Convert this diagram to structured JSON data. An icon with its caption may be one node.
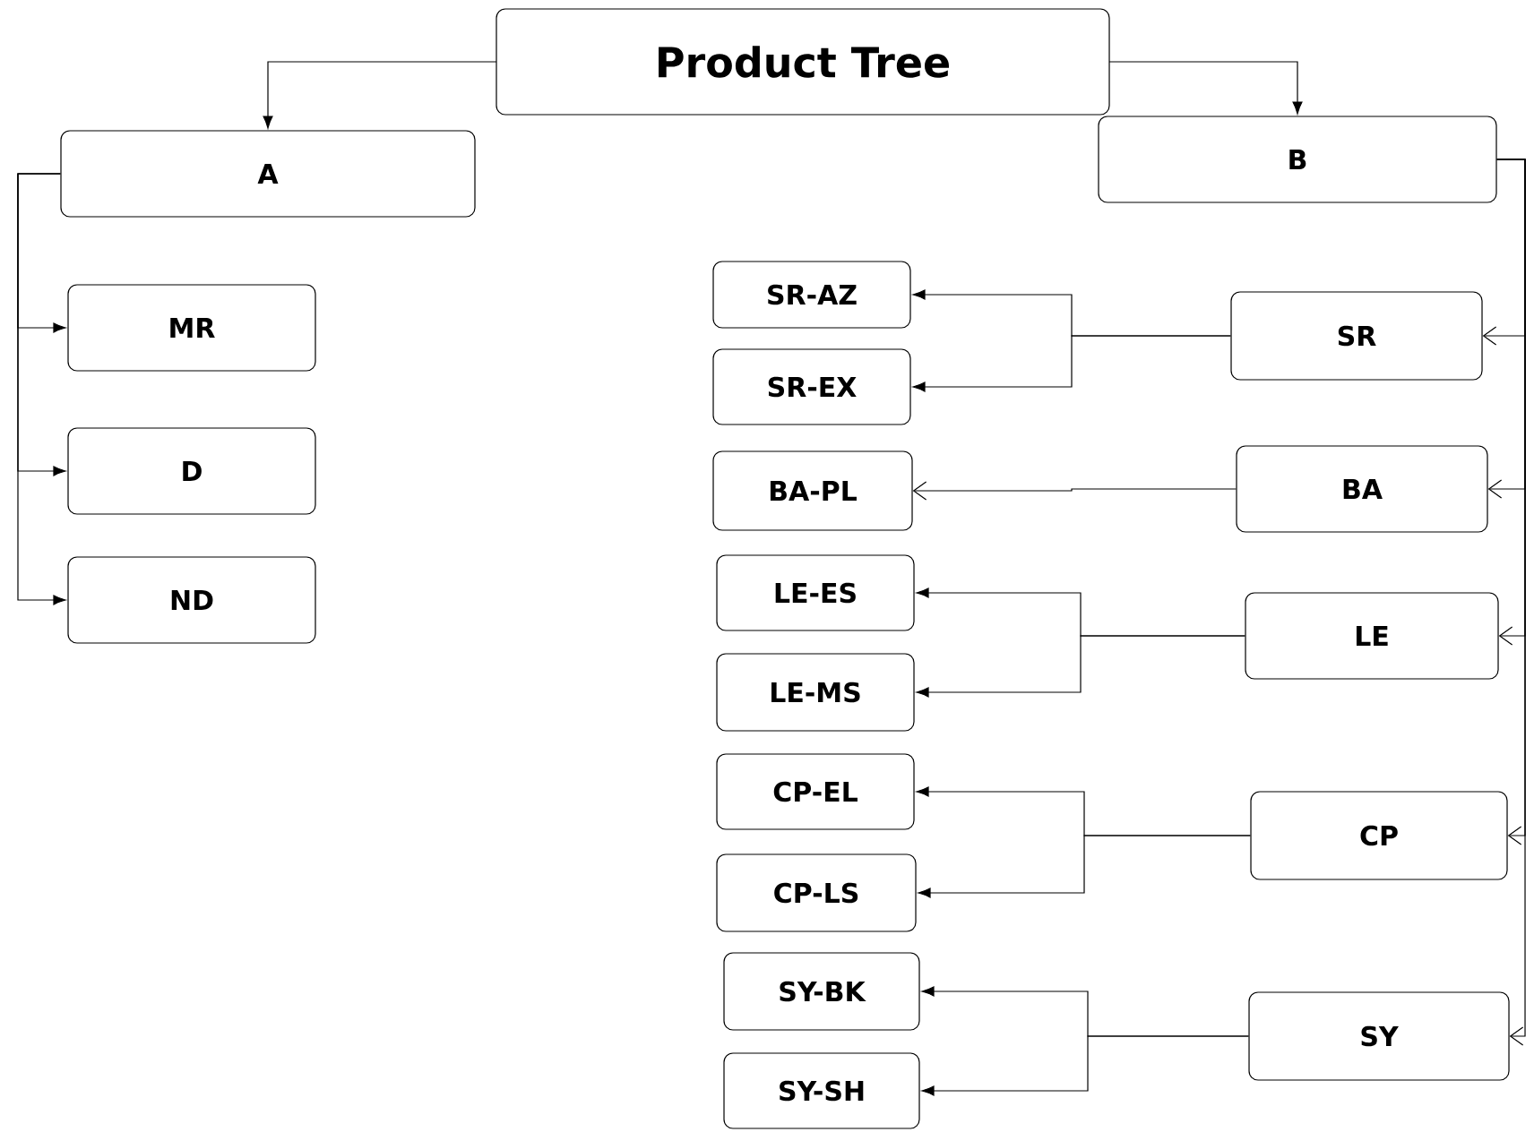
{
  "diagram": {
    "nodes": [
      {
        "text": [
          "Product Tree"
        ]
      },
      {
        "text": [
          "A"
        ]
      },
      {
        "text": [
          "B"
        ]
      },
      {
        "text": [
          "MR"
        ]
      },
      {
        "text": [
          "D"
        ]
      },
      {
        "text": [
          "ND"
        ]
      },
      {
        "text": [
          "SR-AZ"
        ]
      },
      {
        "text": [
          "SR-EX"
        ]
      },
      {
        "text": [
          "SR"
        ]
      },
      {
        "text": [
          "BA-PL"
        ]
      },
      {
        "text": [
          "BA"
        ]
      },
      {
        "text": [
          "LE-ES"
        ]
      },
      {
        "text": [
          "LE-MS"
        ]
      },
      {
        "text": [
          "LE"
        ]
      },
      {
        "text": [
          "CP-EL"
        ]
      },
      {
        "text": [
          "CP-LS"
        ]
      },
      {
        "text": [
          "CP"
        ]
      },
      {
        "text": [
          "SY-BK"
        ]
      },
      {
        "text": [
          "SY-SH"
        ]
      },
      {
        "text": [
          "SY"
        ]
      }
    ],
    "edges": [
      {
        "from": 0,
        "to": 1,
        "arrow": "to"
      },
      {
        "from": 0,
        "to": 2,
        "arrow": "to"
      },
      {
        "from": 1,
        "to": 3,
        "arrow": "to"
      },
      {
        "from": 1,
        "to": 4,
        "arrow": "to"
      },
      {
        "from": 1,
        "to": 5,
        "arrow": "to"
      },
      {
        "from": 2,
        "to": 8,
        "arrow": "to"
      },
      {
        "from": 2,
        "to": 10,
        "arrow": "to"
      },
      {
        "from": 2,
        "to": 13,
        "arrow": "to"
      },
      {
        "from": 2,
        "to": 16,
        "arrow": "to"
      },
      {
        "from": 2,
        "to": 19,
        "arrow": "to"
      },
      {
        "from": 8,
        "to": 6,
        "arrow": "to"
      },
      {
        "from": 8,
        "to": 7,
        "arrow": "to"
      },
      {
        "from": 10,
        "to": 9,
        "arrow": "to"
      },
      {
        "from": 13,
        "to": 11,
        "arrow": "to"
      },
      {
        "from": 13,
        "to": 12,
        "arrow": "to"
      },
      {
        "from": 16,
        "to": 14,
        "arrow": "to"
      },
      {
        "from": 16,
        "to": 15,
        "arrow": "to"
      },
      {
        "from": 19,
        "to": 17,
        "arrow": "to"
      },
      {
        "from": 19,
        "to": 18,
        "arrow": "to"
      }
    ]
  }
}
